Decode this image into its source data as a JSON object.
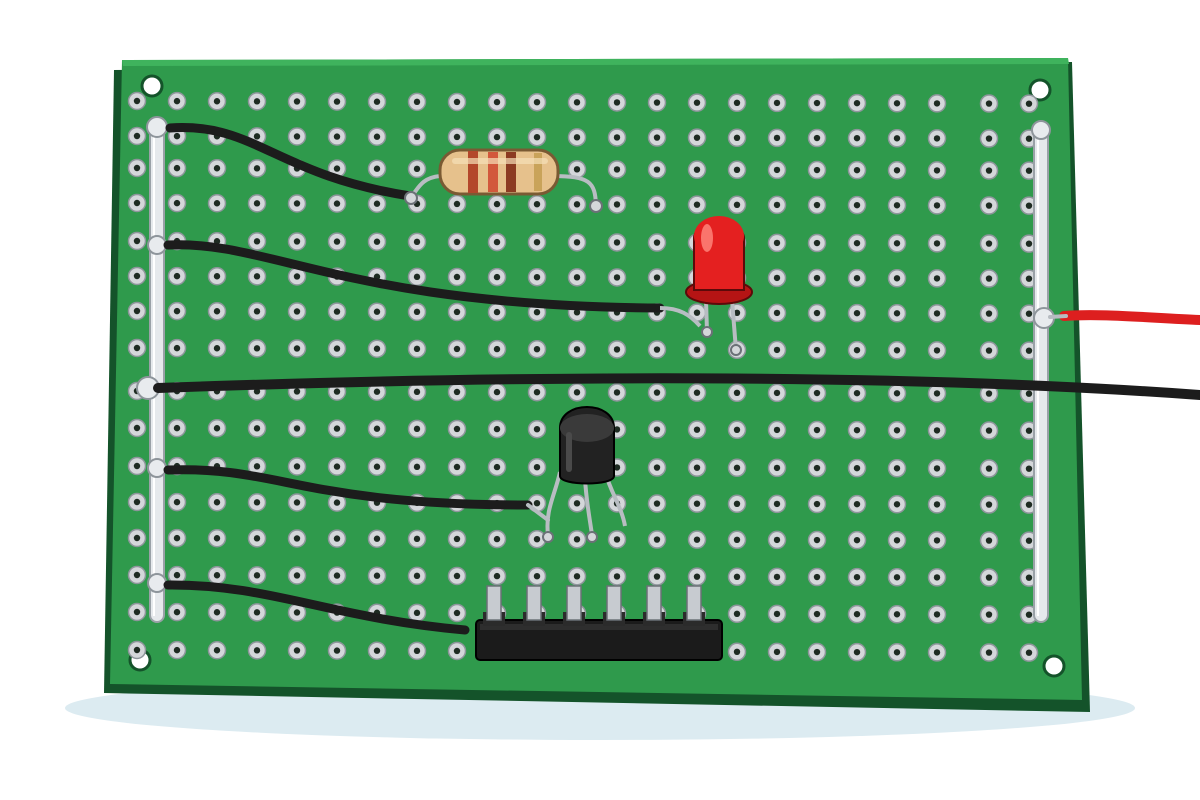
{
  "colors": {
    "background": "#ffffff",
    "shadow": "#dcebf1",
    "board": "#2f9a4c",
    "board_edge": "#14532a",
    "pad": "#d4d7da",
    "pad_hole": "#1e2b22",
    "rail": "#e6e9ec",
    "wire_black": "#1c1c1c",
    "wire_red": "#dd1f1f",
    "resistor_body": "#e6c18c",
    "resistor_bands": [
      "#b3472b",
      "#d2583c",
      "#8c3b22",
      "#c9a35a"
    ],
    "led": "#e42020",
    "led_highlight": "#ff8a80",
    "transistor": "#222222",
    "header": "#1b1b1b",
    "header_pin": "#c7cbd0"
  },
  "components": [
    {
      "kind": "resistor",
      "icon": "resistor-icon"
    },
    {
      "kind": "led",
      "icon": "led-icon"
    },
    {
      "kind": "transistor",
      "icon": "transistor-icon"
    },
    {
      "kind": "pin-header",
      "icon": "pin-header-icon",
      "pins": 6
    }
  ],
  "wires": [
    {
      "color": "black",
      "count": 5
    },
    {
      "color": "red",
      "count": 1
    }
  ]
}
